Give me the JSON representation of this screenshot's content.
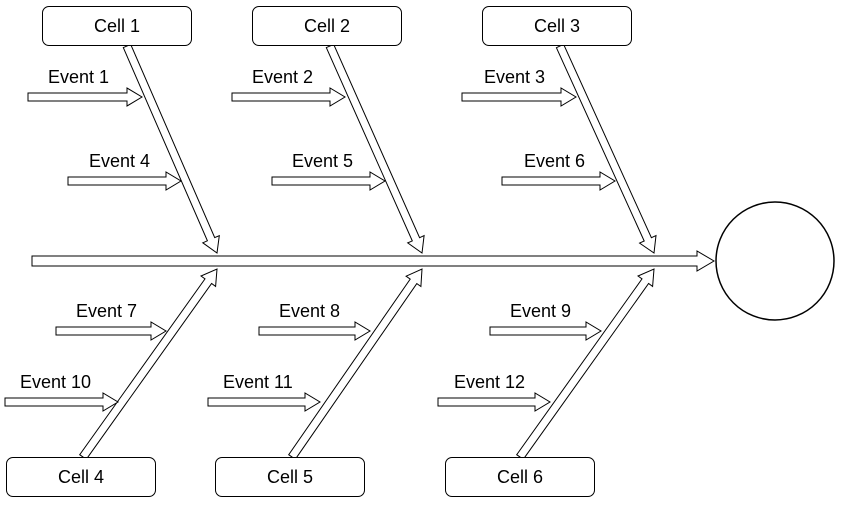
{
  "causes": [
    {
      "cell": "Cell 1",
      "events": [
        "Event 1",
        "Event 4"
      ]
    },
    {
      "cell": "Cell 2",
      "events": [
        "Event 2",
        "Event 5"
      ]
    },
    {
      "cell": "Cell 3",
      "events": [
        "Event 3",
        "Event 6"
      ]
    },
    {
      "cell": "Cell 4",
      "events": [
        "Event 7",
        "Event 10"
      ]
    },
    {
      "cell": "Cell 5",
      "events": [
        "Event 8",
        "Event 11"
      ]
    },
    {
      "cell": "Cell 6",
      "events": [
        "Event 9",
        "Event 12"
      ]
    }
  ],
  "effect_label": ""
}
